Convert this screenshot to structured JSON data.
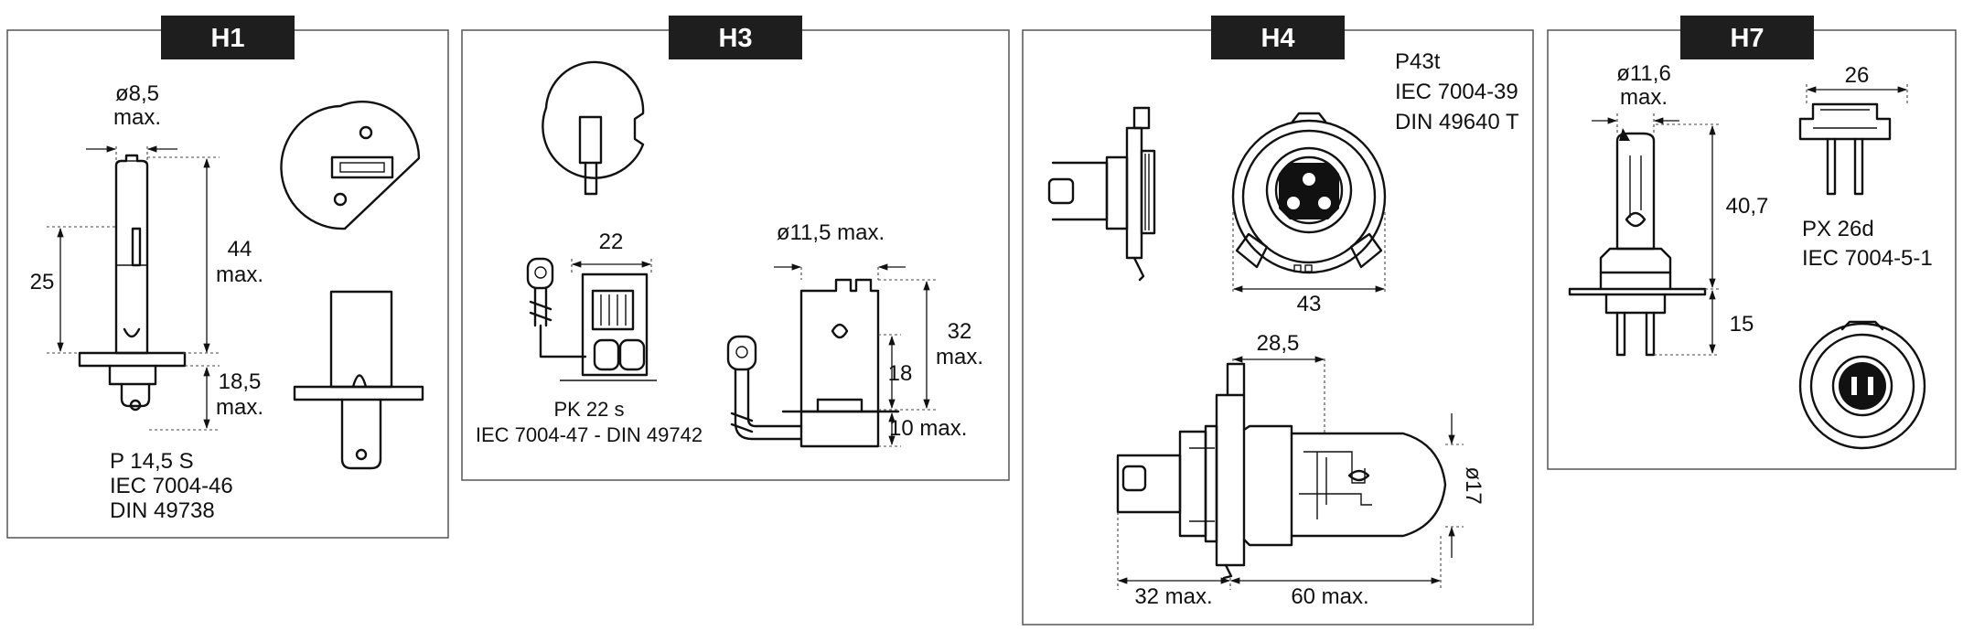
{
  "panels": [
    {
      "id": "h1",
      "title": "H1",
      "labels": {
        "diam": "ø8,5",
        "diam_max": "max.",
        "height_total": "44",
        "height_total_max": "max.",
        "height_part": "25",
        "base": "18,5",
        "base_max": "max."
      },
      "spec_lines": [
        "P 14,5 S",
        "IEC 7004-46",
        "DIN 49738"
      ]
    },
    {
      "id": "h3",
      "title": "H3",
      "labels": {
        "width": "22",
        "diam": "ø11,5 max.",
        "height_total": "32",
        "height_total_max": "max.",
        "height_part": "18",
        "base": "10 max."
      },
      "spec_lines": [
        "PK 22 s",
        "IEC 7004-47 - DIN 49742"
      ]
    },
    {
      "id": "h4",
      "title": "H4",
      "labels": {
        "width": "43",
        "offset": "28,5",
        "diam": "ø17",
        "base": "32 max.",
        "length": "60 max."
      },
      "spec_lines": [
        "P43t",
        "IEC 7004-39",
        "DIN 49640 T"
      ]
    },
    {
      "id": "h7",
      "title": "H7",
      "labels": {
        "diam": "ø11,6",
        "diam_max": "max.",
        "width": "26",
        "height_total": "40,7",
        "base": "15"
      },
      "spec_lines": [
        "PX 26d",
        "IEC 7004-5-1"
      ]
    }
  ]
}
